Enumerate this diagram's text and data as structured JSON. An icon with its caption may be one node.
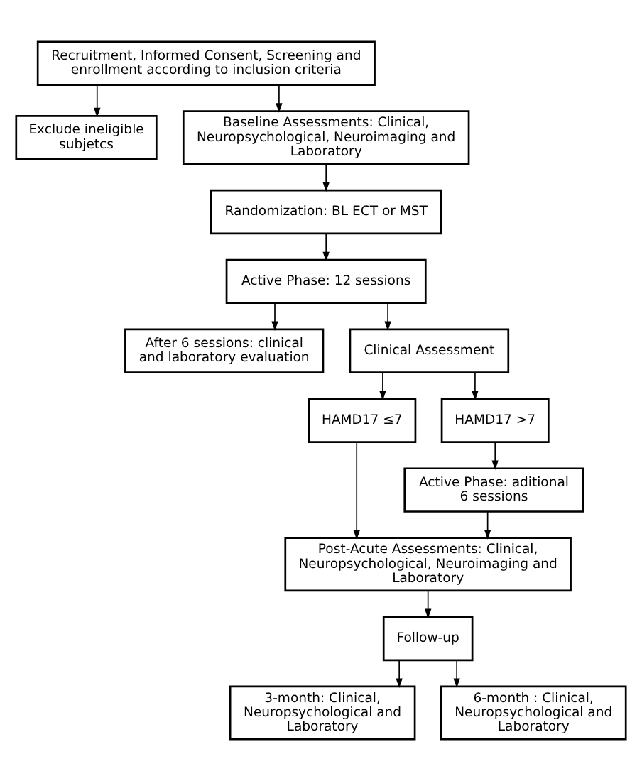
{
  "diagram": {
    "nodes": [
      {
        "text": [
          "Recruitment, Informed Consent, Screening and enrollment according to inclusion criteria"
        ]
      },
      {
        "text": [
          "Exclude ineligible subjetcs"
        ]
      },
      {
        "text": [
          "Baseline Assessments: Clinical, Neuropsychological, Neuroimaging and Laboratory"
        ]
      },
      {
        "text": [
          "Randomization: BL ECT or MST"
        ]
      },
      {
        "text": [
          "Active Phase: 12 sessions"
        ]
      },
      {
        "text": [
          "After 6 sessions: clinical and laboratory evaluation"
        ]
      },
      {
        "text": [
          "Clinical Assessment"
        ]
      },
      {
        "text": [
          "HAMD17 ≤7"
        ]
      },
      {
        "text": [
          "HAMD17 >7"
        ]
      },
      {
        "text": [
          "Active Phase: aditional 6 sessions"
        ]
      },
      {
        "text": [
          "Post-Acute Assessments: Clinical, Neuropsychological, Neuroimaging and Laboratory"
        ]
      },
      {
        "text": [
          "Follow-up"
        ]
      },
      {
        "text": [
          "3-month: Clinical, Neuropsychological and Laboratory"
        ]
      },
      {
        "text": [
          "6-month : Clinical, Neuropsychological and Laboratory"
        ]
      }
    ],
    "edges": [
      {
        "from": 0,
        "to": 2,
        "arrow": "to"
      },
      {
        "from": 0,
        "to": 1,
        "arrow": "to"
      },
      {
        "from": 2,
        "to": 3,
        "arrow": "to"
      },
      {
        "from": 3,
        "to": 4,
        "arrow": "to"
      },
      {
        "from": 4,
        "to": 6,
        "arrow": "to"
      },
      {
        "from": 4,
        "to": 5,
        "arrow": "to"
      },
      {
        "from": 6,
        "to": 7,
        "arrow": "to"
      },
      {
        "from": 6,
        "to": 8,
        "arrow": "to"
      },
      {
        "from": 8,
        "to": 9,
        "arrow": "to"
      },
      {
        "from": 7,
        "to": 10,
        "arrow": "to"
      },
      {
        "from": 9,
        "to": 10,
        "arrow": "to"
      },
      {
        "from": 10,
        "to": 11,
        "arrow": "to"
      },
      {
        "from": 11,
        "to": 12,
        "arrow": "to"
      },
      {
        "from": 11,
        "to": 13,
        "arrow": "to"
      }
    ]
  }
}
